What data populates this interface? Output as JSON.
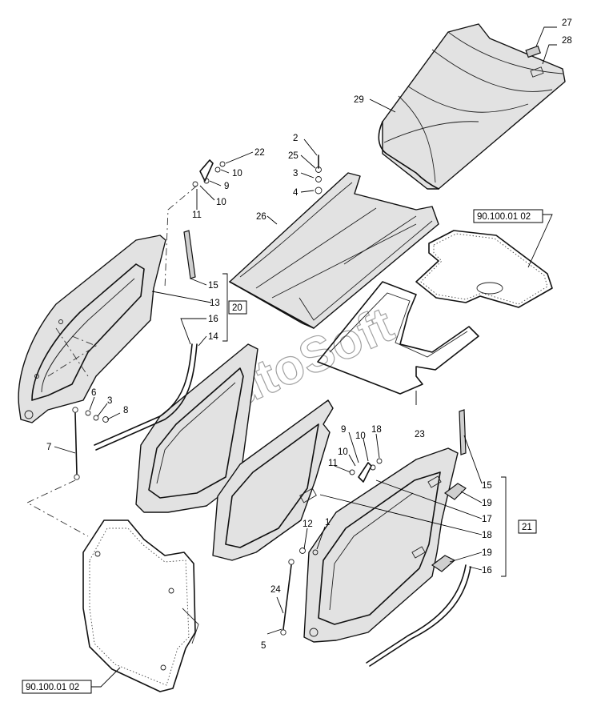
{
  "watermark": "AutoSoft",
  "references": {
    "upper_right": "90.100.01 02",
    "lower_left": "90.100.01 02",
    "group_left": "20",
    "group_right": "21"
  },
  "callouts": {
    "c27": "27",
    "c28": "28",
    "c29": "29",
    "c2": "2",
    "c25": "25",
    "c3a": "3",
    "c4": "4",
    "c26": "26",
    "c22": "22",
    "c10a": "10",
    "c9a": "9",
    "c10b": "10",
    "c11a": "11",
    "c15a": "15",
    "c13": "13",
    "c16a": "16",
    "c14": "14",
    "c6": "6",
    "c3b": "3",
    "c8": "8",
    "c7": "7",
    "c5": "5",
    "c24": "24",
    "c12": "12",
    "c1": "1",
    "c23": "23",
    "c9b": "9",
    "c10c": "10",
    "c18a": "18",
    "c10d": "10",
    "c11b": "11",
    "c15b": "15",
    "c19a": "19",
    "c17": "17",
    "c18b": "18",
    "c19b": "19",
    "c16b": "16"
  }
}
